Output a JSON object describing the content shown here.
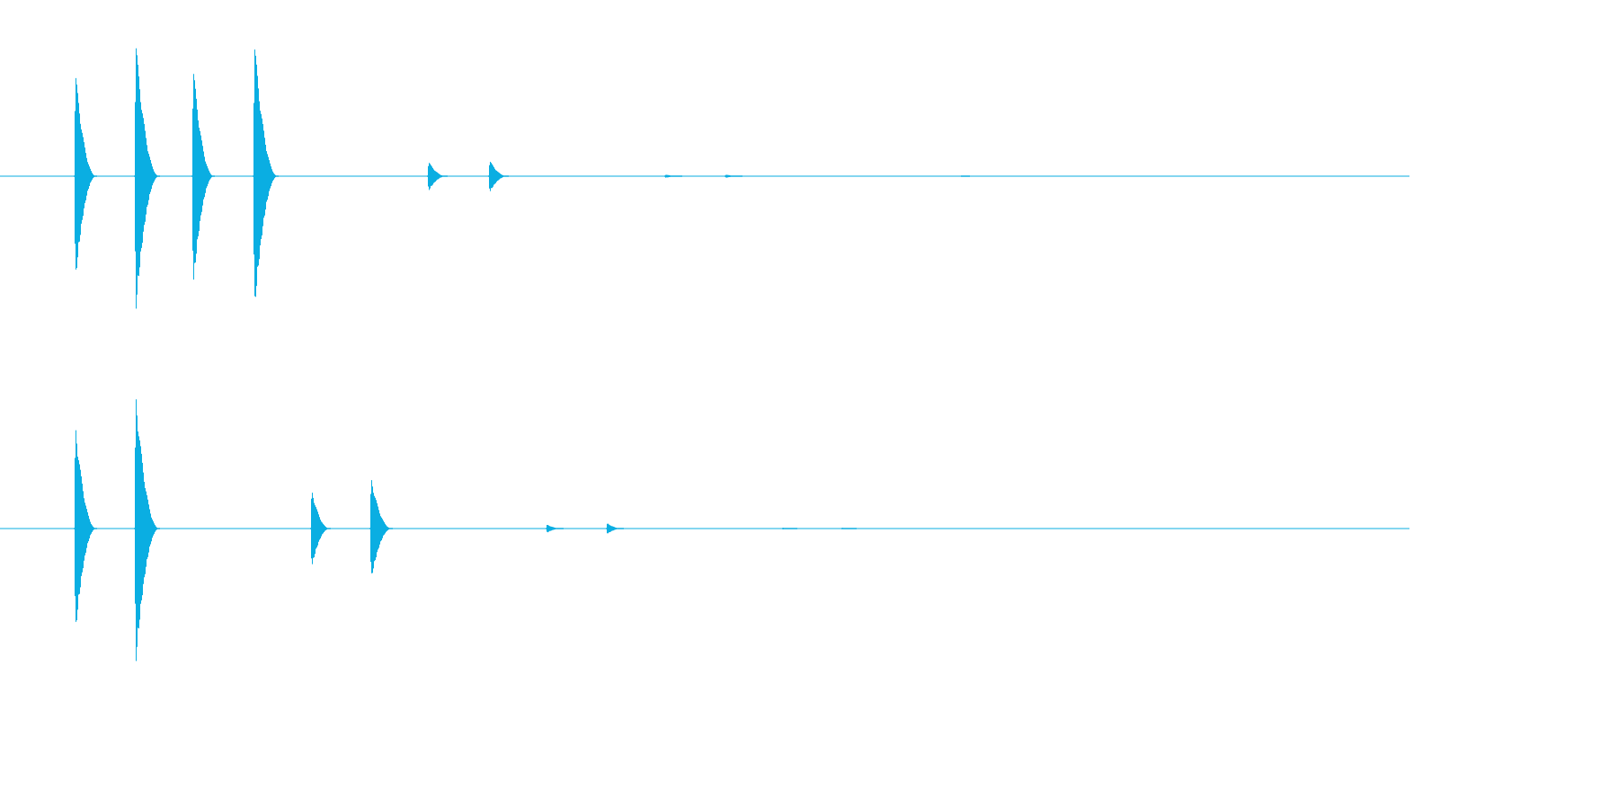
{
  "colors": {
    "background": "#ffffff",
    "waveform": "#0aaee2"
  },
  "chart_data": {
    "type": "waveform",
    "title": "",
    "xlabel": "",
    "ylabel": "",
    "x_unit": "normalized time",
    "amplitude_range": [
      -1,
      1
    ],
    "grid": false,
    "legend": "none",
    "channels": [
      {
        "bursts": [
          {
            "t": 0.052,
            "peak": 0.78,
            "len": 0.016
          },
          {
            "t": 0.095,
            "peak": 1.0,
            "len": 0.018
          },
          {
            "t": 0.136,
            "peak": 0.82,
            "len": 0.016
          },
          {
            "t": 0.179,
            "peak": 1.0,
            "len": 0.018
          },
          {
            "t": 0.303,
            "peak": 0.11,
            "len": 0.014
          },
          {
            "t": 0.346,
            "peak": 0.12,
            "len": 0.014
          },
          {
            "t": 0.471,
            "peak": 0.012,
            "len": 0.012
          },
          {
            "t": 0.514,
            "peak": 0.012,
            "len": 0.012
          },
          {
            "t": 0.682,
            "peak": 0.004,
            "len": 0.006
          }
        ]
      },
      {
        "bursts": [
          {
            "t": 0.052,
            "peak": 0.78,
            "len": 0.016
          },
          {
            "t": 0.095,
            "peak": 1.0,
            "len": 0.018
          },
          {
            "t": 0.22,
            "peak": 0.29,
            "len": 0.014
          },
          {
            "t": 0.262,
            "peak": 0.38,
            "len": 0.016
          },
          {
            "t": 0.387,
            "peak": 0.03,
            "len": 0.012
          },
          {
            "t": 0.43,
            "peak": 0.04,
            "len": 0.012
          },
          {
            "t": 0.555,
            "peak": 0.006,
            "len": 0.01
          },
          {
            "t": 0.597,
            "peak": 0.006,
            "len": 0.01
          }
        ]
      }
    ]
  }
}
